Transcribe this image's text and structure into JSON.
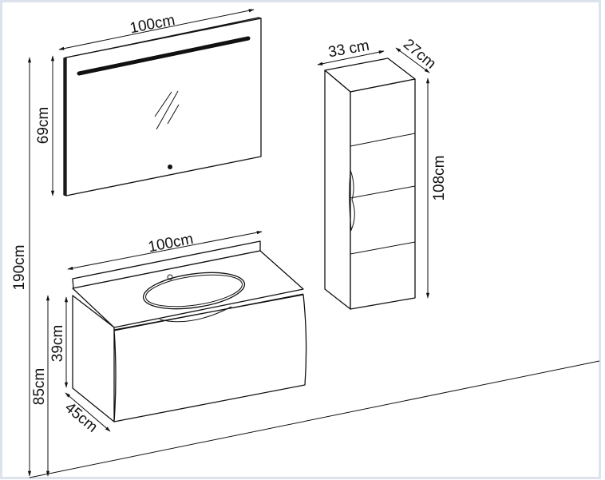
{
  "mirror": {
    "width_label": "100cm",
    "height_label": "69cm"
  },
  "vanity": {
    "width_label": "100cm",
    "height_label": "39cm",
    "depth_label": "45cm",
    "floor_height_label": "85cm"
  },
  "tall_cabinet": {
    "width_label": "33 cm",
    "depth_label": "27cm",
    "height_label": "108cm"
  },
  "overall": {
    "height_label": "190cm"
  }
}
